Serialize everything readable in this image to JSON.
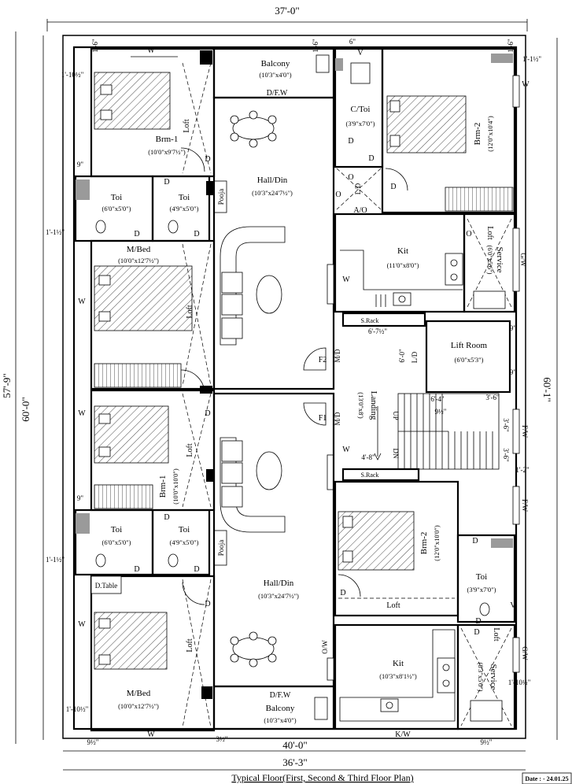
{
  "title": "Typical Floor(First, Second  & Third Floor Plan)",
  "date": "Date : - 24.01.25",
  "dims": {
    "top_width": "37'-0\"",
    "bottom_outer": "40'-0\"",
    "bottom_inner": "36'-3\"",
    "left_outer": "60'-0\"",
    "left_inner": "57'-9\"",
    "right": "60'-1\"",
    "d_1_6_a": "1'-6\"",
    "d_1_6_b": "1'-6\"",
    "d_1_6_c": "1'-6\"",
    "d_6": "6\"",
    "d_1_1half_tr": "1'-1½\"",
    "d_1_10half_tl": "1'-10½\"",
    "d_9_a": "9\"",
    "d_1_1half_l1": "1'-1½\"",
    "d_9_b": "9\"",
    "d_1_1half_l2": "1'-1½\"",
    "d_1_10half_bl": "1'-10½\"",
    "d_9half_a": "9½\"",
    "d_3half": "3½\"",
    "d_9half_b": "9½\"",
    "d_1_10half_br": "1'-10½\"",
    "d_9_r1": "9\"",
    "d_9_r2": "9\"",
    "d_1_2": "1'-2\"",
    "d_6_7half": "6'-7½\"",
    "d_6_0": "6'-0\"",
    "d_6_4": "6'-4\"",
    "d_9half_s": "9½\"",
    "d_3_6a": "3'-6\"",
    "d_3_6b": "3'-6\"",
    "d_3_6c": "3'-6\"",
    "d_4_8": "4'-8\""
  },
  "rooms": {
    "balcony_top": {
      "name": "Balcony",
      "size": "(10'3\"x4'0\")"
    },
    "ctoi": {
      "name": "C/Toi",
      "size": "(3'9\"x7'0\")"
    },
    "brm2_top": {
      "name": "Brm-2",
      "size": "(12'0\"x10'4\")"
    },
    "brm1_top": {
      "name": "Brm-1",
      "size": "(10'0\"x9'7½\")"
    },
    "hall_top": {
      "name": "Hall/Din",
      "size": "(10'3\"x24'7½\")"
    },
    "toi_tl1": {
      "name": "Toi",
      "size": "(6'0\"x5'0\")"
    },
    "toi_tl2": {
      "name": "Toi",
      "size": "(4'9\"x5'0\")"
    },
    "pooja_top": {
      "name": "Pooja"
    },
    "mbed_top": {
      "name": "M/Bed",
      "size": "(10'0\"x12'7½\")"
    },
    "kit_top": {
      "name": "Kit",
      "size": "(11'0\"x8'0\")"
    },
    "service_top": {
      "name": "Service",
      "size": "(6'0\"x5'6\")"
    },
    "lift": {
      "name": "Lift Room",
      "size": "(6'0\"x5'3\")"
    },
    "landing": {
      "name": "Landing",
      "size": "(13'0\"x8')"
    },
    "brm1_bot": {
      "name": "Brm-1",
      "size": "(10'0\"x10'0\")"
    },
    "toi_bl1": {
      "name": "Toi",
      "size": "(6'0\"x5'0\")"
    },
    "toi_bl2": {
      "name": "Toi",
      "size": "(4'9\"x5'0\")"
    },
    "pooja_bot": {
      "name": "Pooja"
    },
    "hall_bot": {
      "name": "Hall/Din",
      "size": "(10'3\"x24'7½\")"
    },
    "brm2_bot": {
      "name": "Brm-2",
      "size": "(12'0\"x10'0\")"
    },
    "toi_br": {
      "name": "Toi",
      "size": "(3'9\"x7'0\")"
    },
    "mbed_bot": {
      "name": "M/Bed",
      "size": "(10'0\"x12'7½\")"
    },
    "balcony_bot": {
      "name": "Balcony",
      "size": "(10'3\"x4'0\")"
    },
    "kit_bot": {
      "name": "Kit",
      "size": "(10'3\"x8'1½\")"
    },
    "service_bot": {
      "name": "Service",
      "size": "(8'3\"x5'6\")"
    }
  },
  "labels": {
    "dfw_top": "D/F.W",
    "dfw_bot": "D/F.W",
    "ao": "A/O",
    "ld": "L/D",
    "up": "UP",
    "dn": "DN",
    "f1": "F1",
    "f2": "F2",
    "md1": "M/D",
    "md2": "M/D",
    "srack1": "S.Rack",
    "srack2": "S.Rack",
    "dtable": "D.Table",
    "gw1": "G/W",
    "gw2": "G/W",
    "fw1": "F/W",
    "fw2": "F/W",
    "kw": "K/W",
    "ow": "O/W",
    "loft": "Loft",
    "d": "D",
    "w": "W",
    "v": "V",
    "o": "O"
  }
}
